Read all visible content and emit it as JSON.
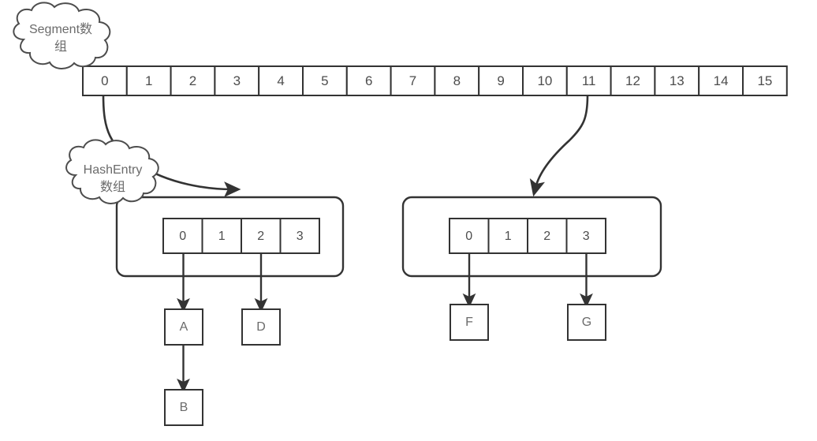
{
  "diagram": {
    "title_not_shown": "",
    "clouds": [
      {
        "name": "segment-array-cloud",
        "label_line1": "Segment数",
        "label_line2": "组"
      },
      {
        "name": "hashentry-array-cloud",
        "label_line1": "HashEntry",
        "label_line2": "数组"
      }
    ],
    "segment_array": {
      "name": "segment-array",
      "cells": [
        "0",
        "1",
        "2",
        "3",
        "4",
        "5",
        "6",
        "7",
        "8",
        "9",
        "10",
        "11",
        "12",
        "13",
        "14",
        "15"
      ]
    },
    "segments": [
      {
        "name": "segment-0-container",
        "source_cell": "0",
        "hashentry_cells": [
          "0",
          "1",
          "2",
          "3"
        ],
        "buckets": [
          {
            "cell": "0",
            "nodes": [
              "A",
              "B"
            ]
          },
          {
            "cell": "2",
            "nodes": [
              "D"
            ]
          }
        ]
      },
      {
        "name": "segment-11-container",
        "source_cell": "11",
        "hashentry_cells": [
          "0",
          "1",
          "2",
          "3"
        ],
        "buckets": [
          {
            "cell": "0",
            "nodes": [
              "F"
            ]
          },
          {
            "cell": "3",
            "nodes": [
              "G"
            ]
          }
        ]
      }
    ],
    "nodes": {
      "a": "A",
      "b": "B",
      "d": "D",
      "f": "F",
      "g": "G"
    },
    "colors": {
      "stroke": "#333333",
      "text": "#4d4d4d",
      "background": "#ffffff",
      "cloud_stroke": "#4d4d4d"
    }
  }
}
